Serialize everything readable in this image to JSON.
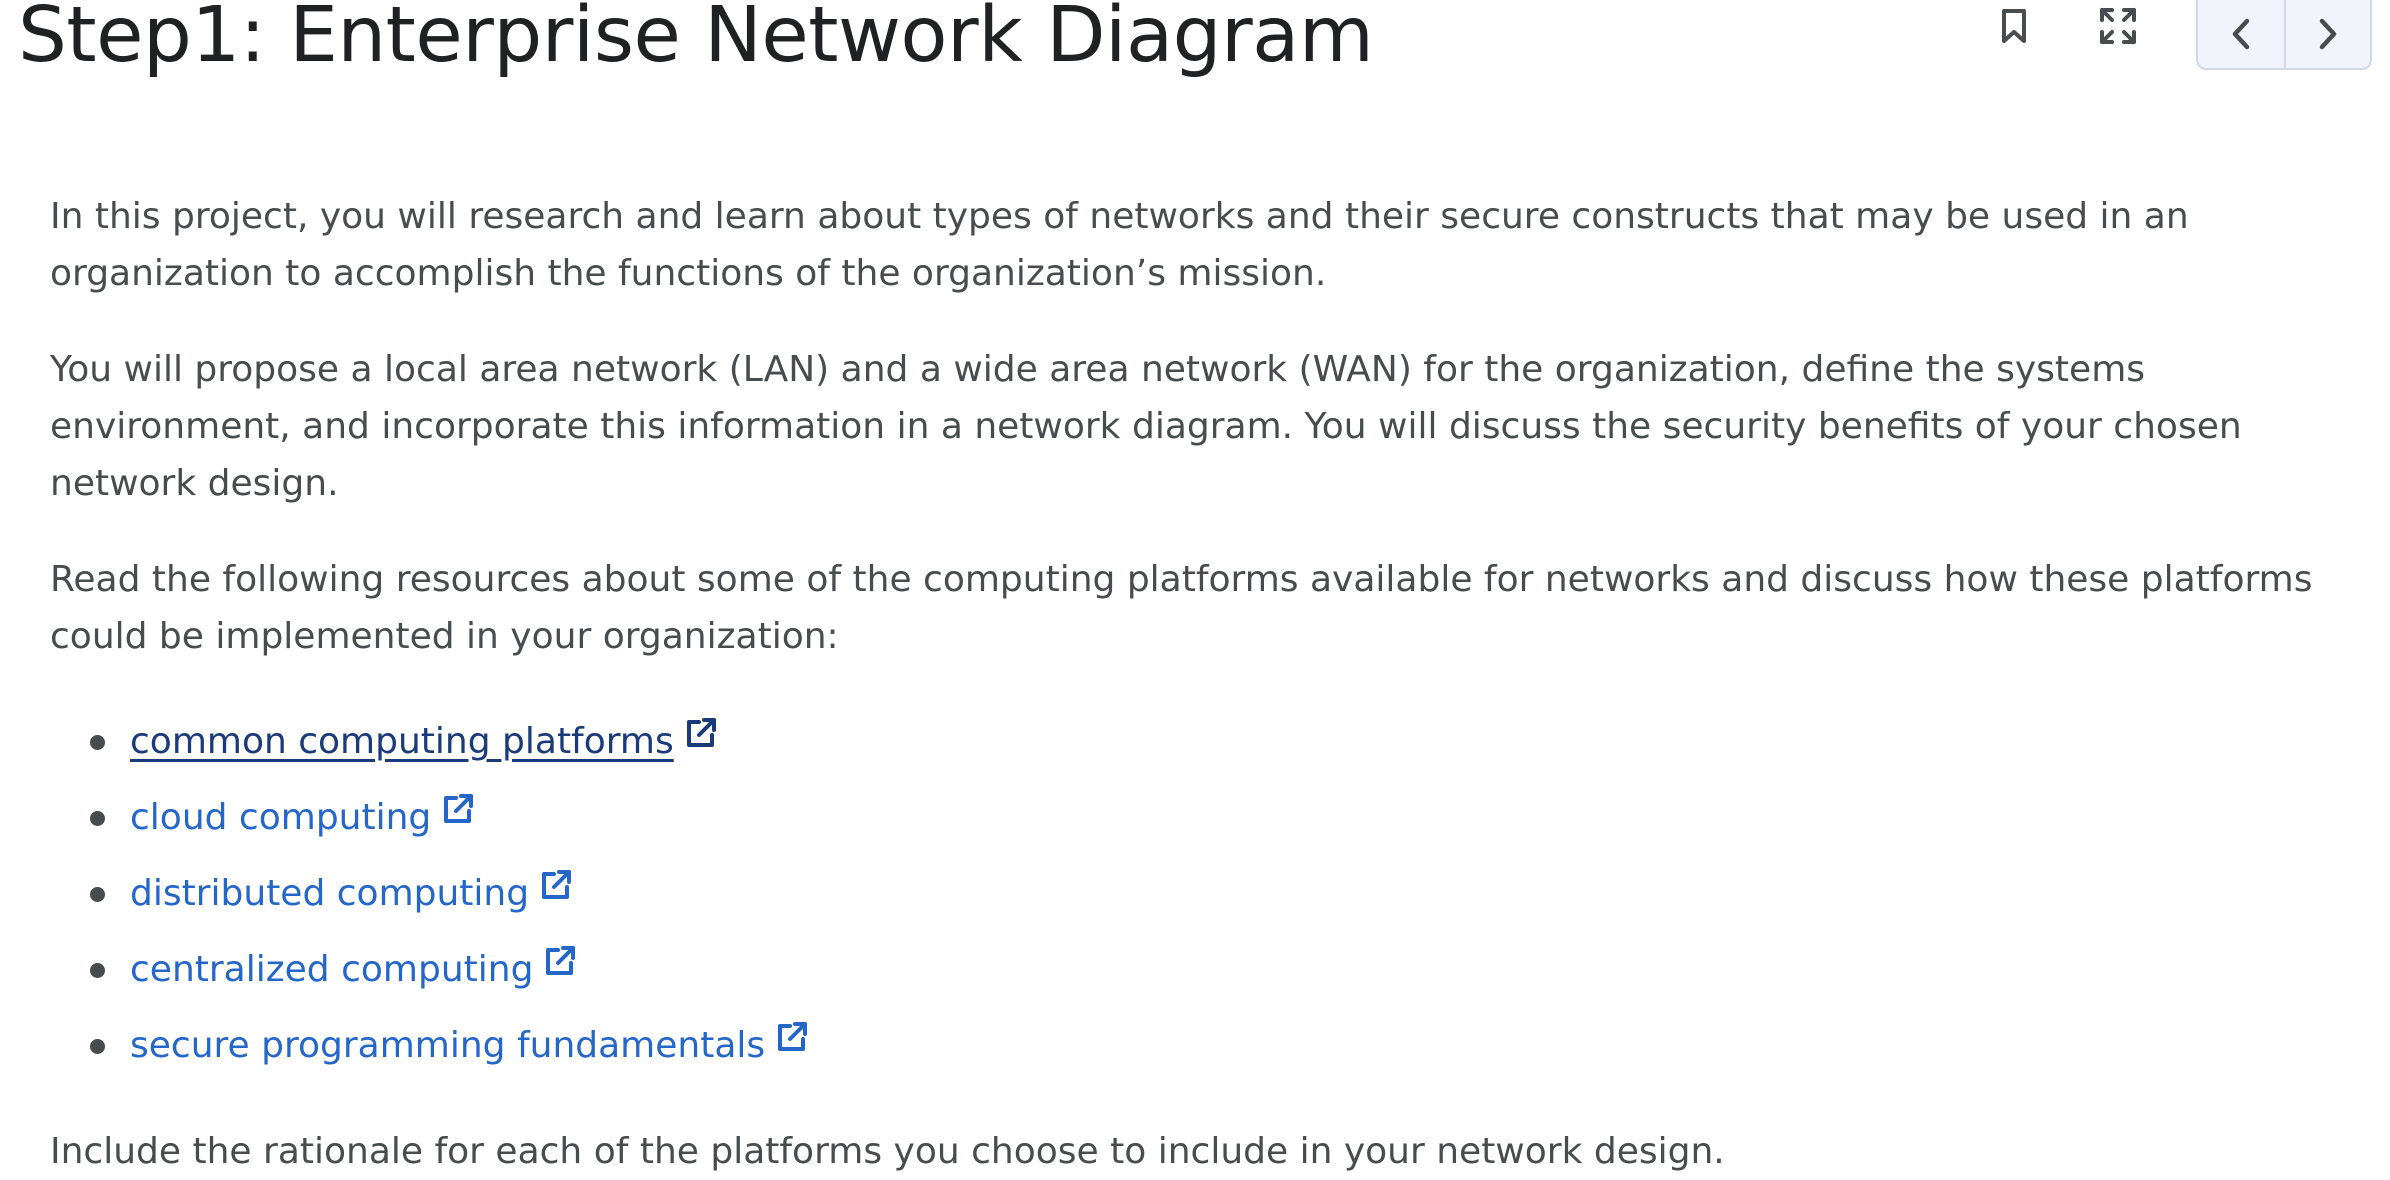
{
  "header": {
    "title": "Step1: Enterprise Network Diagram",
    "icons": {
      "bookmark": "bookmark-icon",
      "fullscreen": "expand-icon",
      "previous": "chevron-left-icon",
      "next": "chevron-right-icon"
    }
  },
  "content": {
    "paragraphs": [
      "In this project, you will research and learn about types of networks and their secure constructs that may be used in an organization to accomplish the functions of the organization’s mission.",
      "You will propose a local area network (LAN) and a wide area network (WAN) for the organization, define the systems environment, and incorporate this information in a network diagram. You will discuss the security benefits of your chosen network design.",
      "Read the following resources about some of the computing platforms available for networks and discuss how these platforms could be implemented in your organization:"
    ],
    "links": [
      {
        "label": "common computing platforms",
        "icon": "external-link-icon"
      },
      {
        "label": "cloud computing",
        "icon": "external-link-icon"
      },
      {
        "label": "distributed computing",
        "icon": "external-link-icon"
      },
      {
        "label": "centralized computing",
        "icon": "external-link-icon"
      },
      {
        "label": "secure programming fundamentals",
        "icon": "external-link-icon"
      }
    ],
    "closing": "Include the rationale for each of the platforms you choose to include in your network design."
  },
  "colors": {
    "link": "#2566c9",
    "link_visited": "#1a3a7a",
    "text": "#494c4e",
    "title": "#202122"
  }
}
